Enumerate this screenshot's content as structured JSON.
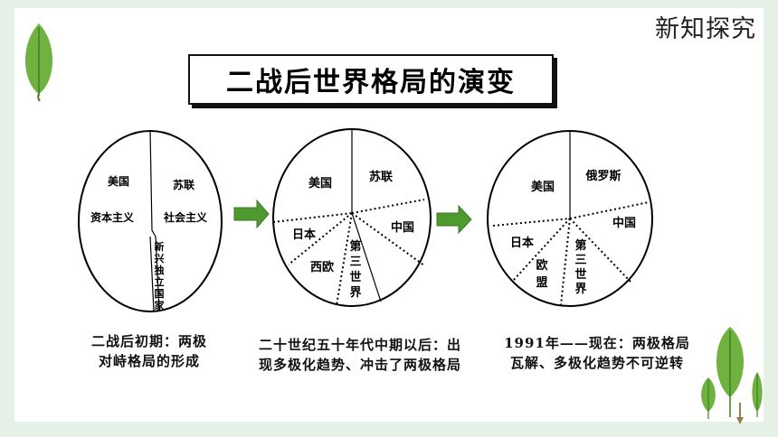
{
  "header": {
    "corner_label": "新知探究",
    "title": "二战后世界格局的演变"
  },
  "panels": [
    {
      "labels": {
        "usa": "美国",
        "ussr": "苏联",
        "capitalism": "资本主义",
        "socialism": "社会主义",
        "new_states": [
          "新",
          "兴",
          "独",
          "立",
          "国",
          "家"
        ]
      },
      "caption": [
        "二战后初期：两极",
        "对峙格局的形成"
      ]
    },
    {
      "labels": {
        "usa": "美国",
        "ussr": "苏联",
        "japan": "日本",
        "west_europe": "西欧",
        "china": "中国",
        "third_world": [
          "第",
          "三",
          "世",
          "界"
        ]
      },
      "caption": [
        "二十世纪五十年代中期以后：出",
        "现多极化趋势、冲击了两极格局"
      ]
    },
    {
      "labels": {
        "usa": "美国",
        "russia": "俄罗斯",
        "japan": "日本",
        "eu": [
          "欧",
          "盟"
        ],
        "china": "中国",
        "third_world": [
          "第",
          "三",
          "世",
          "界"
        ]
      },
      "caption": [
        "1991年——现在：两极格局",
        "瓦解、多极化趋势不可逆转"
      ]
    }
  ],
  "colors": {
    "arrow": "#4e9a2f",
    "leaf": "#6fb240",
    "leaf_dark": "#3f7f25",
    "background": "#e5f1e7"
  }
}
